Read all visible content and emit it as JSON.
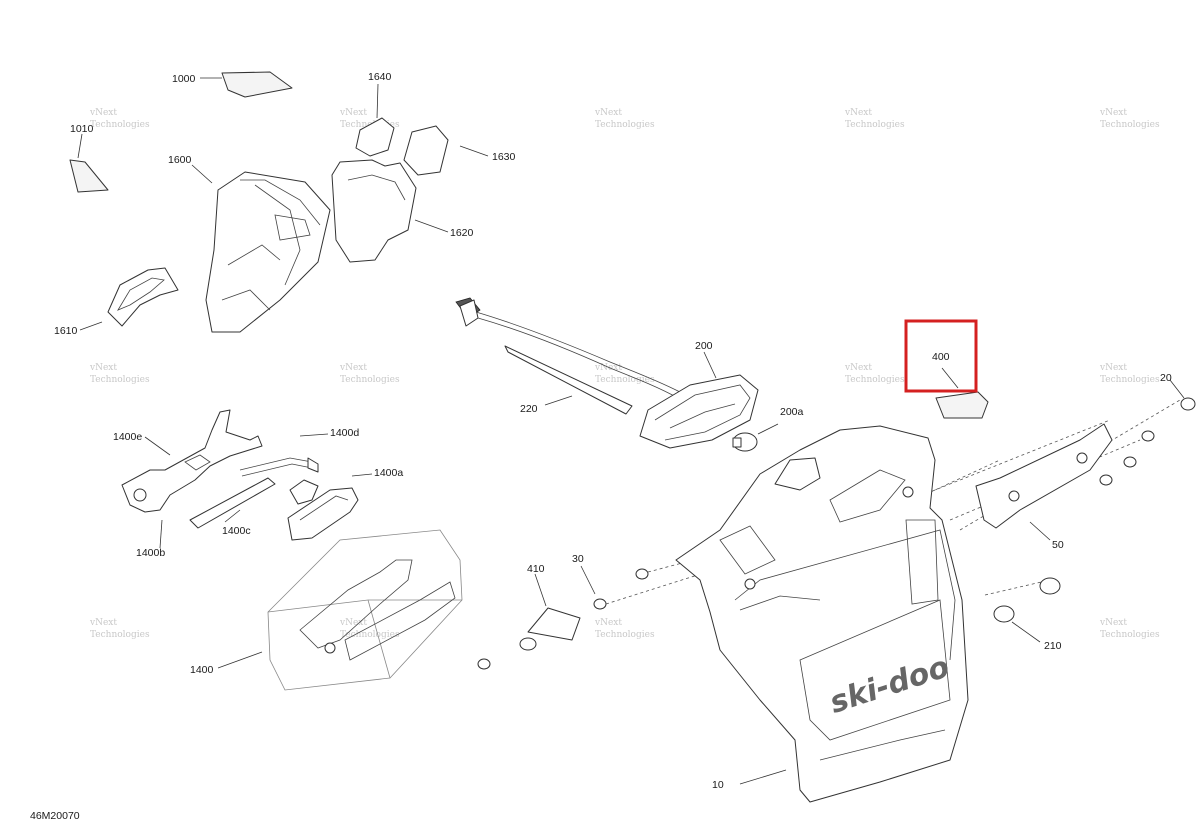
{
  "diagram": {
    "code": "46M20070",
    "watermark_line1": "vNext",
    "watermark_line2": "Technologies",
    "highlight_color": "#d42020",
    "brand_text": "ski-doo",
    "labels": {
      "p1000": "1000",
      "p1010": "1010",
      "p1600": "1600",
      "p1610": "1610",
      "p1620": "1620",
      "p1630": "1630",
      "p1640": "1640",
      "p200": "200",
      "p200a": "200a",
      "p220": "220",
      "p400": "400",
      "p410": "410",
      "p30": "30",
      "p20": "20",
      "p50": "50",
      "p210": "210",
      "p10": "10",
      "p1400": "1400",
      "p1400a": "1400a",
      "p1400b": "1400b",
      "p1400c": "1400c",
      "p1400d": "1400d",
      "p1400e": "1400e"
    }
  }
}
